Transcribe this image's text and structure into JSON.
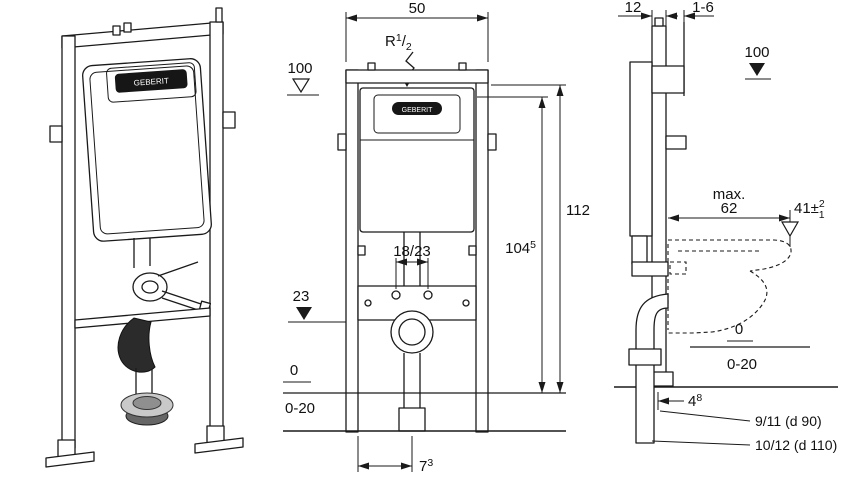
{
  "page": {
    "background": "#ffffff",
    "line_color": "#1a1a1a"
  },
  "logo_text": "GEBERIT",
  "front_view": {
    "dim_width": "50",
    "supply_base": "R",
    "supply_sup": "1",
    "supply_slash": "/",
    "supply_sub": "2",
    "level_100": "100",
    "dim_height_112": "112",
    "dim_height_104_base": "104",
    "dim_height_104_sup": "5",
    "dim_bolt_spacing": "18/23",
    "level_23": "23",
    "level_0": "0",
    "floor_range": "0-20",
    "dim_offset_base": "7",
    "dim_offset_sup": "3"
  },
  "side_view": {
    "dim_depth": "12",
    "dim_wall_gap": "1-6",
    "level_100": "100",
    "max_label": "max.",
    "dim_depth_max": "62",
    "dim_seat_base": "41±",
    "dim_seat_sup": "2",
    "dim_seat_sub": "1",
    "level_0": "0",
    "floor_range": "0-20",
    "dim_pipe_base": "4",
    "dim_pipe_sup": "8",
    "note_d90": "9/11 (d 90)",
    "note_d110": "10/12 (d 110)"
  }
}
